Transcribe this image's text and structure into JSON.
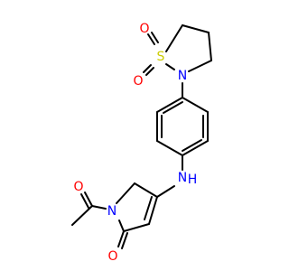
{
  "molecule": {
    "atoms": {
      "o_top": "O",
      "s": "S",
      "o_left": "O",
      "n_ring": "N",
      "nh": "N",
      "h": "H",
      "o_acetyl": "O",
      "n_pyrrol": "N",
      "o_carbonyl": "O"
    }
  },
  "colors": {
    "bond": "#000000",
    "oxygen": "#ff0000",
    "nitrogen": "#0000ff",
    "sulfur": "#cccc00"
  }
}
